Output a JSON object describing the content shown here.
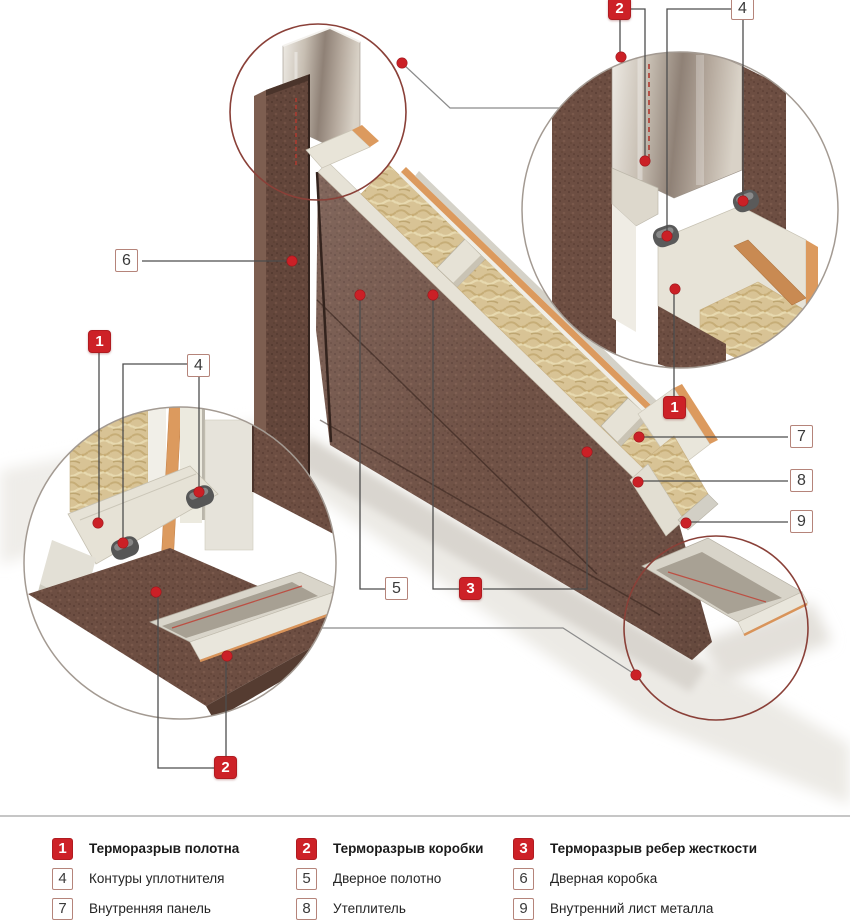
{
  "colors": {
    "accent_red": "#cd2127",
    "label_border": "#b5847a",
    "leader_line": "#4d4d4d",
    "door_brown": "#6d4e42",
    "insulation_tan": "#d8c395",
    "panel_orange": "#dc9a5e"
  },
  "callouts": [
    {
      "id": "frame-thermal-break-top",
      "num": "2",
      "style": "red"
    },
    {
      "id": "seal-contours-top",
      "num": "4",
      "style": "white"
    },
    {
      "id": "door-frame",
      "num": "6",
      "style": "white"
    },
    {
      "id": "leaf-thermal-break-left",
      "num": "1",
      "style": "red"
    },
    {
      "id": "seal-contours-left",
      "num": "4",
      "style": "white"
    },
    {
      "id": "frame-thermal-break-bottom",
      "num": "2",
      "style": "red"
    },
    {
      "id": "door-leaf",
      "num": "5",
      "style": "white"
    },
    {
      "id": "ribs-thermal-break",
      "num": "3",
      "style": "red"
    },
    {
      "id": "leaf-thermal-break-right",
      "num": "1",
      "style": "red"
    },
    {
      "id": "inner-panel",
      "num": "7",
      "style": "white"
    },
    {
      "id": "insulation",
      "num": "8",
      "style": "white"
    },
    {
      "id": "inner-metal-sheet",
      "num": "9",
      "style": "white"
    }
  ],
  "legend": {
    "items": [
      {
        "num": "1",
        "label": "Терморазрыв полотна",
        "style": "red"
      },
      {
        "num": "2",
        "label": "Терморазрыв коробки",
        "style": "red"
      },
      {
        "num": "3",
        "label": "Терморазрыв ребер жесткости",
        "style": "red"
      },
      {
        "num": "4",
        "label": "Контуры уплотнителя",
        "style": "white"
      },
      {
        "num": "5",
        "label": "Дверное полотно",
        "style": "white"
      },
      {
        "num": "6",
        "label": "Дверная коробка",
        "style": "white"
      },
      {
        "num": "7",
        "label": "Внутренняя панель",
        "style": "white"
      },
      {
        "num": "8",
        "label": "Утеплитель",
        "style": "white"
      },
      {
        "num": "9",
        "label": "Внутренний лист металла",
        "style": "white"
      }
    ]
  }
}
